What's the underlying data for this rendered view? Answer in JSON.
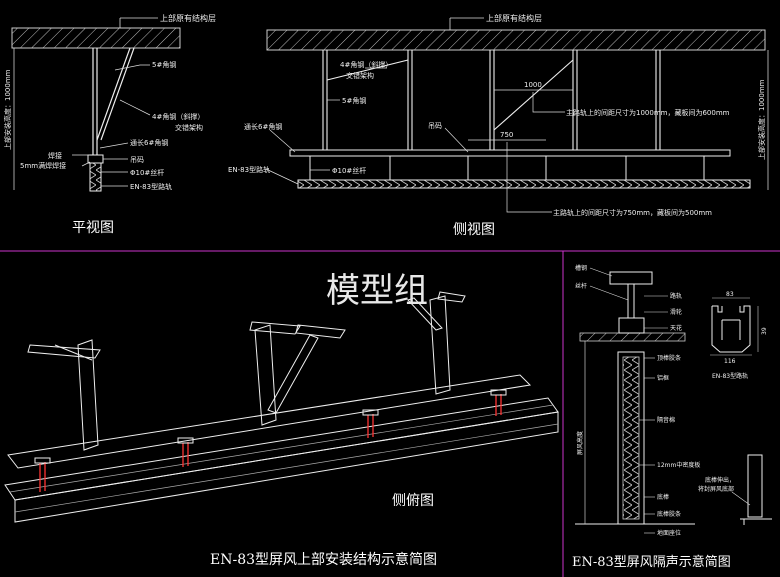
{
  "plan_view": {
    "title": "平视图",
    "top_label": "上部原有结构层",
    "side_label": "上部安装高度：1000mm",
    "labels": {
      "steel_5": "5#角钢",
      "steel_4a": "4#角钢（斜撑）",
      "steel_4b": "交错架构",
      "steel_6": "通长6#角钢",
      "weld": "焊接",
      "weld_5": "5mm满焊焊接",
      "hanger": "吊码",
      "rod": "Φ10#丝杆",
      "track": "EN-83型路轨"
    }
  },
  "side_view": {
    "title": "侧视图",
    "top_label": "上部原有结构层",
    "side_label": "上部安装高度：1000mm",
    "labels": {
      "steel_4a": "4#角钢（斜撑）",
      "steel_4b": "交错架构",
      "steel_5": "5#角钢",
      "steel_6": "通长6#角钢",
      "hanger": "吊码",
      "track": "EN-83型路轨",
      "rod": "Φ10#丝杆",
      "dim_1000": "1000",
      "dim_750": "750",
      "note_1000": "主路轨上的间距尺寸为1000mm，藏板间为600mm",
      "note_750": "主路轨上的间距尺寸为750mm，藏板间为500mm"
    }
  },
  "iso_view": {
    "title": "侧俯图",
    "watermark": "模型组",
    "caption": "EN-83型屏风上部安装结构示意简图"
  },
  "section_view": {
    "caption": "EN-83型屏风隔声示意简图",
    "labels": {
      "steel": "槽钢",
      "rod": "丝杆",
      "track": "路轨",
      "wheel": "滑轮",
      "cap": "天花",
      "seal_top": "顶棒胶条",
      "frame": "铝框",
      "cotton": "隔音棉",
      "board": "12mm中密度板",
      "bar": "底棒",
      "seal_bottom": "底棒胶条",
      "floor": "地面座位",
      "height": "屏风高度",
      "note_1": "底棒伸出，",
      "note_2": "将封屏风底部",
      "track_name": "EN-83型路轨",
      "dim_83": "83",
      "dim_116": "116",
      "dim_39": "39"
    }
  }
}
